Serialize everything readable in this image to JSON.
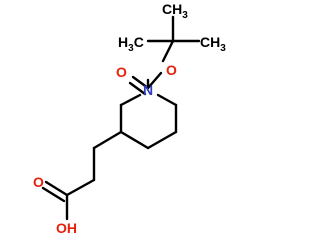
{
  "molecule": {
    "atoms": {
      "h3c_left": {
        "text": "H",
        "sub": "3",
        "tail": "C"
      },
      "ch3_right": {
        "text": "CH",
        "sub": "3"
      },
      "ch3_bottom": {
        "text": "CH",
        "sub": "3"
      },
      "o_ester": "O",
      "o_carbonyl": "O",
      "n_ring": "N",
      "o_acid_carbonyl": "O",
      "oh_acid": "OH"
    },
    "colors": {
      "bond": "#000000",
      "carbon_label": "#000000",
      "oxygen_label": "#e8200c",
      "nitrogen_label": "#2f3ebe"
    }
  }
}
